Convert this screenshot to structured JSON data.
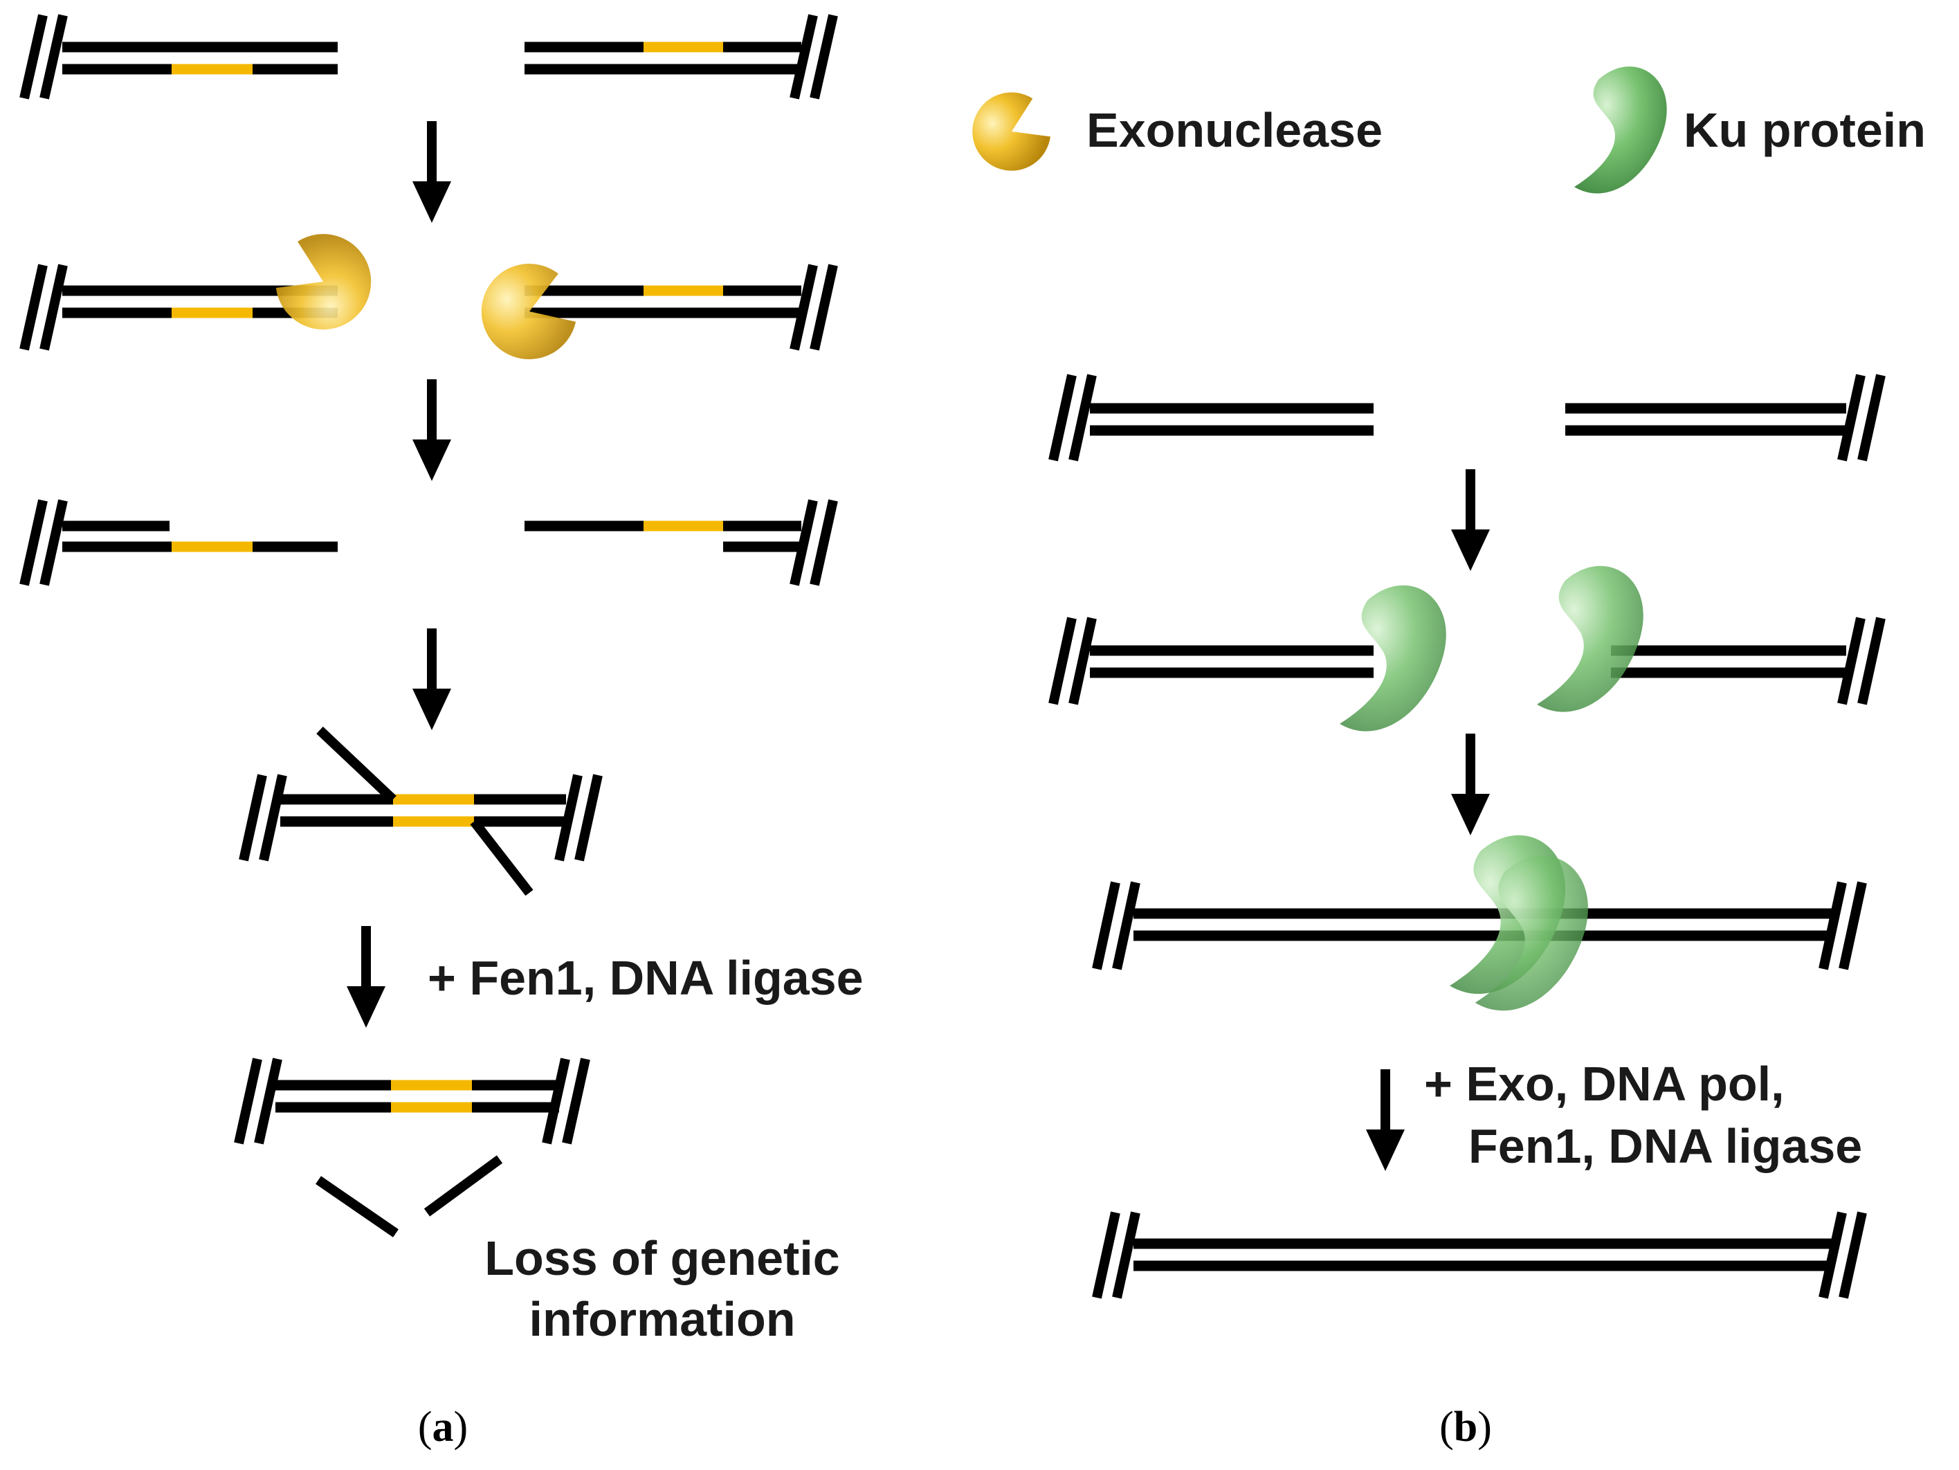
{
  "colors": {
    "dna": "#000000",
    "microhomology": "#f5b800",
    "exonuclease": "#f2c230",
    "ku_protein": "#6fbe6f"
  },
  "legend": {
    "exonuclease_label": "Exonuclease",
    "ku_label": "Ku protein",
    "exonuclease_icon": "exonuclease-pacman-icon",
    "ku_icon": "ku-crescent-icon"
  },
  "panel_a": {
    "caption_open": "(",
    "caption_letter": "a",
    "caption_close": ")",
    "ligation_note": "+ Fen1, DNA ligase",
    "loss_line1": "Loss of genetic",
    "loss_line2": "information"
  },
  "panel_b": {
    "caption_open": "(",
    "caption_letter": "b",
    "caption_close": ")",
    "repair_line1": "+ Exo, DNA pol,",
    "repair_line2": "Fen1, DNA ligase"
  }
}
